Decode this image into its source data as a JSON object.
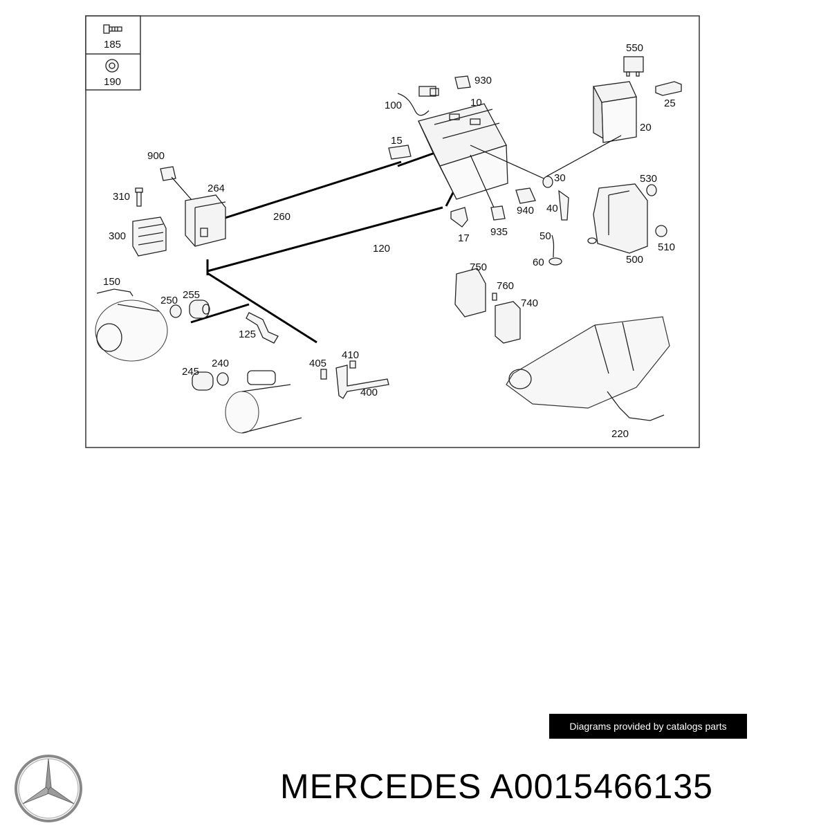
{
  "diagram": {
    "legend": [
      {
        "label": "185",
        "icon": "bolt-icon"
      },
      {
        "label": "190",
        "icon": "nut-icon"
      }
    ],
    "callouts": [
      {
        "id": "c-930",
        "label": "930"
      },
      {
        "id": "c-550",
        "label": "550"
      },
      {
        "id": "c-100",
        "label": "100"
      },
      {
        "id": "c-10",
        "label": "10"
      },
      {
        "id": "c-25",
        "label": "25"
      },
      {
        "id": "c-20",
        "label": "20"
      },
      {
        "id": "c-15",
        "label": "15"
      },
      {
        "id": "c-900",
        "label": "900"
      },
      {
        "id": "c-264",
        "label": "264"
      },
      {
        "id": "c-310",
        "label": "310"
      },
      {
        "id": "c-260",
        "label": "260"
      },
      {
        "id": "c-30",
        "label": "30"
      },
      {
        "id": "c-530",
        "label": "530"
      },
      {
        "id": "c-940",
        "label": "940"
      },
      {
        "id": "c-40",
        "label": "40"
      },
      {
        "id": "c-300",
        "label": "300"
      },
      {
        "id": "c-935",
        "label": "935"
      },
      {
        "id": "c-17",
        "label": "17"
      },
      {
        "id": "c-50",
        "label": "50"
      },
      {
        "id": "c-510",
        "label": "510"
      },
      {
        "id": "c-120",
        "label": "120"
      },
      {
        "id": "c-60",
        "label": "60"
      },
      {
        "id": "c-500",
        "label": "500"
      },
      {
        "id": "c-750",
        "label": "750"
      },
      {
        "id": "c-150",
        "label": "150"
      },
      {
        "id": "c-760",
        "label": "760"
      },
      {
        "id": "c-250",
        "label": "250"
      },
      {
        "id": "c-255",
        "label": "255"
      },
      {
        "id": "c-740",
        "label": "740"
      },
      {
        "id": "c-125",
        "label": "125"
      },
      {
        "id": "c-410",
        "label": "410"
      },
      {
        "id": "c-405",
        "label": "405"
      },
      {
        "id": "c-240",
        "label": "240"
      },
      {
        "id": "c-245",
        "label": "245"
      },
      {
        "id": "c-400",
        "label": "400"
      },
      {
        "id": "c-220",
        "label": "220"
      }
    ]
  },
  "footer": {
    "caption": "Diagrams provided by catalogs parts",
    "brand": "MERCEDES",
    "part_number": "A0015466135",
    "logo_icon": "mercedes-star-icon"
  }
}
